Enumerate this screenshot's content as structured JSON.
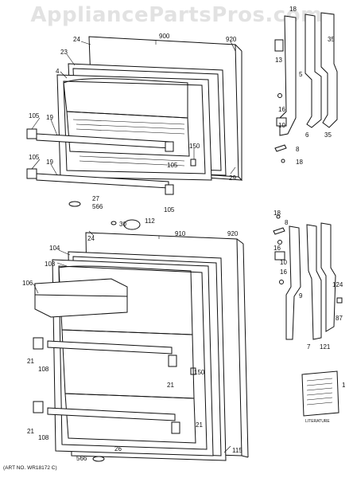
{
  "watermark": "AppliancePartsPros.com",
  "art_number": "(ART NO. WR18172 C)",
  "literature_caption": "LITERATURE",
  "callouts": {
    "upper": [
      "900",
      "24",
      "920",
      "23",
      "4",
      "105",
      "19",
      "105",
      "19",
      "150",
      "105",
      "29",
      "27",
      "566",
      "105",
      "30",
      "112"
    ],
    "upper_hinge": [
      "18",
      "35",
      "13",
      "5",
      "16",
      "10",
      "8",
      "18",
      "6",
      "35"
    ],
    "lower": [
      "24",
      "910",
      "920",
      "104",
      "103",
      "106",
      "21",
      "108",
      "21",
      "150",
      "21",
      "21",
      "108",
      "566",
      "26",
      "115"
    ],
    "lower_hinge": [
      "18",
      "8",
      "16",
      "10",
      "16",
      "9",
      "7",
      "121",
      "124",
      "87"
    ],
    "literature": [
      "1"
    ]
  }
}
